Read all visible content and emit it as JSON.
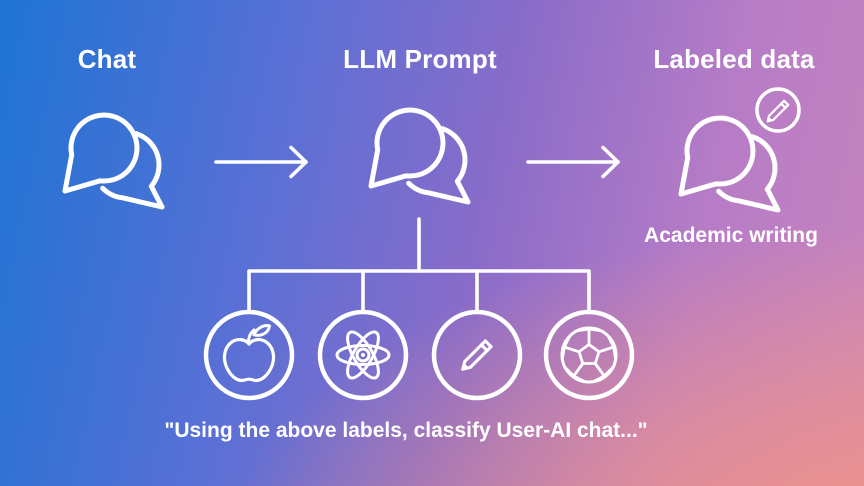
{
  "diagram": {
    "nodes": [
      {
        "id": "chat",
        "title": "Chat",
        "icon": "chat-bubbles-icon"
      },
      {
        "id": "llm_prompt",
        "title": "LLM Prompt",
        "icon": "chat-bubbles-icon"
      },
      {
        "id": "labeled_data",
        "title": "Labeled data",
        "icon": "chat-bubbles-icon",
        "badge": "edit-pencil-badge",
        "caption": "Academic writing"
      }
    ],
    "arrows": [
      {
        "from": "chat",
        "to": "llm_prompt",
        "icon": "arrow-right-icon"
      },
      {
        "from": "llm_prompt",
        "to": "labeled_data",
        "icon": "arrow-right-icon"
      }
    ],
    "categories": [
      {
        "icon": "apple-icon"
      },
      {
        "icon": "atom-icon"
      },
      {
        "icon": "pencil-icon"
      },
      {
        "icon": "soccer-ball-icon"
      }
    ],
    "quote": "\"Using the above labels, classify User-AI chat...\""
  },
  "colors": {
    "stroke": "#ffffff",
    "gradient_top_left": "#1d74d3",
    "gradient_center": "#8a6cc9",
    "gradient_top_right": "#b77cc6",
    "gradient_bottom_right": "#ef948f"
  }
}
